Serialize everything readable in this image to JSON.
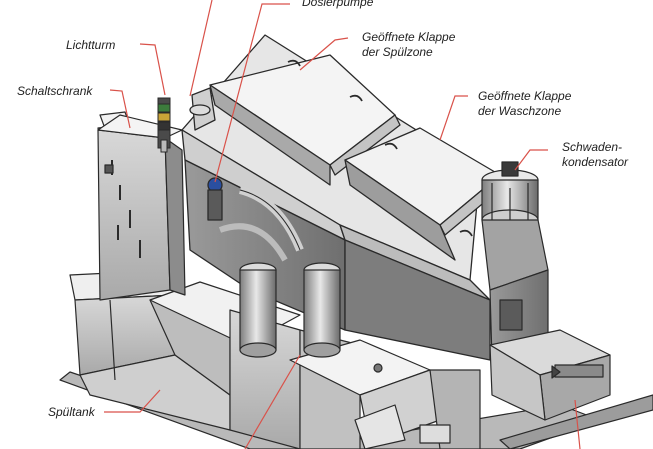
{
  "labels": {
    "dosierpumpe": "Dosierpumpe",
    "lichtturm": "Lichtturm",
    "schaltschrank": "Schaltschrank",
    "spueltank": "Spültank",
    "klappe_spuel_1": "Geöffnete Klappe",
    "klappe_spuel_2": "der Spülzone",
    "klappe_wasch_1": "Geöffnete Klappe",
    "klappe_wasch_2": "der Waschzone",
    "schwaden_1": "Schwaden-",
    "schwaden_2": "kondensator"
  },
  "colors": {
    "leader": "#d9524a",
    "outline": "#2a2a2a",
    "face_light": "#ececec",
    "face_mid": "#c9c9c9",
    "face_dark": "#8f8f8f",
    "accent_blue": "#2a4fa0"
  }
}
